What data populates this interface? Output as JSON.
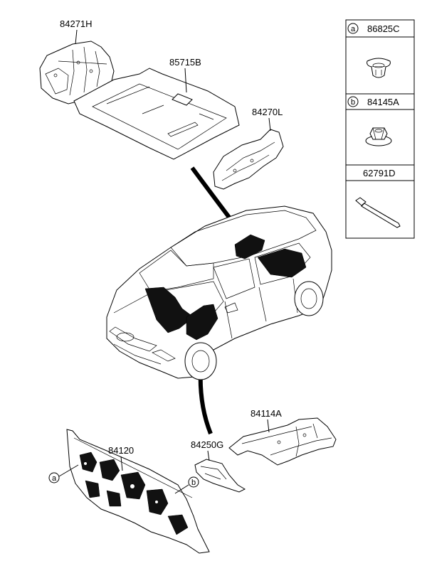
{
  "parts": {
    "p84271H": "84271H",
    "p85715B": "85715B",
    "p84270L": "84270L",
    "p84120": "84120",
    "p84250G": "84250G",
    "p84114A": "84114A"
  },
  "legend": {
    "rows": [
      {
        "marker": "a",
        "part": "86825C"
      },
      {
        "marker": "b",
        "part": "84145A"
      },
      {
        "marker": "",
        "part": "62791D"
      }
    ]
  },
  "callouts": {
    "a": "a",
    "b": "b"
  }
}
